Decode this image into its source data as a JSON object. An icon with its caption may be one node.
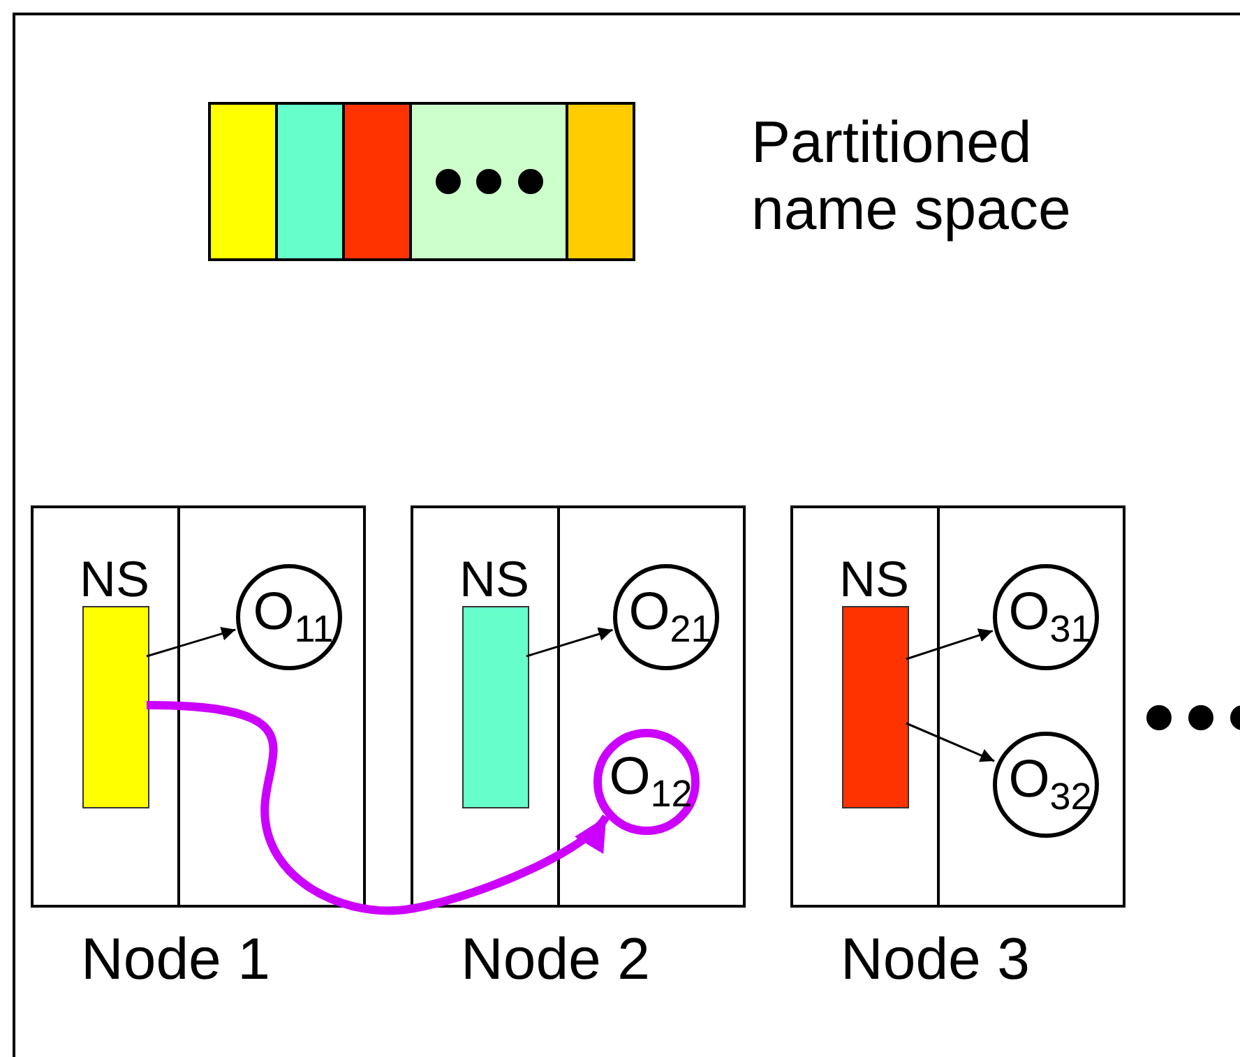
{
  "diagram": {
    "nodes": [
      {
        "text": [
          "Node 1"
        ]
      },
      {
        "text": [
          "NS"
        ],
        "in": 0
      },
      {
        "text": [
          "O$_{11}$"
        ],
        "in": 0
      },
      {
        "text": [
          "Node 2"
        ]
      },
      {
        "text": [
          "NS"
        ],
        "in": 3
      },
      {
        "text": [
          "O$_{21}$"
        ],
        "in": 3
      },
      {
        "text": [
          "O$_{12}$"
        ],
        "in": 3
      },
      {
        "text": [
          "Node 3"
        ]
      },
      {
        "text": [
          "NS"
        ],
        "in": 7
      },
      {
        "text": [
          "O$_{31}$"
        ],
        "in": 7
      },
      {
        "text": [
          "O$_{32}$"
        ],
        "in": 7
      }
    ],
    "edges": [
      {
        "from": 1,
        "to": 2,
        "arrow": "to"
      },
      {
        "from": 4,
        "to": 5,
        "arrow": "to"
      },
      {
        "from": 1,
        "to": 6,
        "arrow": "to",
        "style": "thick",
        "color": "#cc00ff"
      },
      {
        "from": 8,
        "to": 9,
        "arrow": "to"
      },
      {
        "from": 8,
        "to": 10,
        "arrow": "to"
      }
    ],
    "labels": [
      "Partitioned name space"
    ]
  }
}
